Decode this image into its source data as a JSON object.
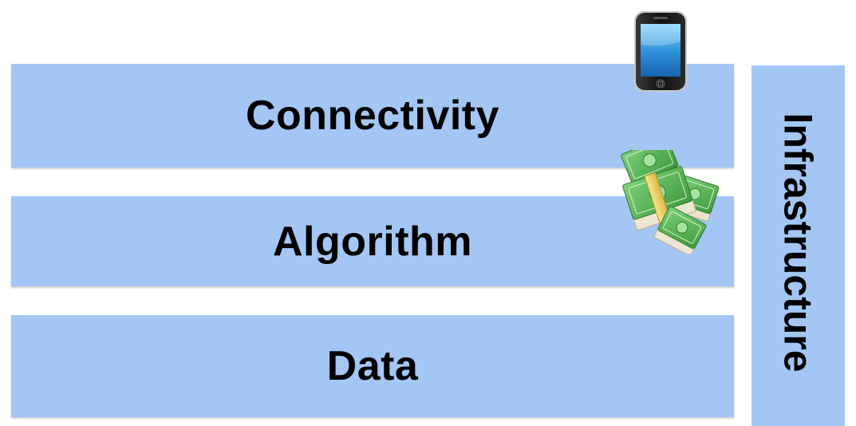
{
  "layers": [
    {
      "label": "Connectivity"
    },
    {
      "label": "Algorithm"
    },
    {
      "label": "Data"
    }
  ],
  "side": {
    "label": "Infrastructure"
  },
  "icons": {
    "phone": "smartphone-icon",
    "money": "money-stack-icon"
  },
  "colors": {
    "layer_fill": "#a3c6f5",
    "text": "#000000"
  }
}
